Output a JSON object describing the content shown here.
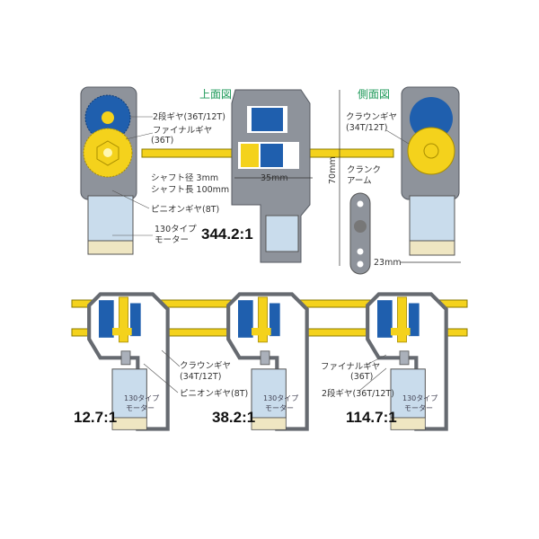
{
  "colors": {
    "housing": "#8e939b",
    "housing_dark": "#555a62",
    "blue_gear": "#1f5fae",
    "yellow_gear": "#f4d21c",
    "motor": "#c9dcec",
    "motor_cap": "#efe6c2",
    "title_green": "#1f9a5a"
  },
  "top": {
    "view_top_title": "上面図",
    "view_side_title": "側面図",
    "two_stage_gear": "2段ギヤ(36T/12T)",
    "final_gear": "ファイナルギヤ",
    "final_gear_teeth": "(36T)",
    "shaft_diameter": "シャフト径 3mm",
    "shaft_length": "シャフト長 100mm",
    "pinion_gear": "ピニオンギヤ(8T)",
    "motor_type": "130タイプ",
    "motor_label": "モーター",
    "ratio": "344.2:1",
    "width_dim": "35mm",
    "height_dim": "70mm",
    "depth_dim": "23mm",
    "crown_gear": "クラウンギヤ",
    "crown_gear_teeth": "(34T/12T)",
    "crank": "クランク",
    "arm": "アーム"
  },
  "bottom": {
    "configs": [
      {
        "ratio": "12.7:1",
        "motor_type": "130タイプ",
        "motor_label": "モーター"
      },
      {
        "ratio": "38.2:1",
        "motor_type": "130タイプ",
        "motor_label": "モーター"
      },
      {
        "ratio": "114.7:1",
        "motor_type": "130タイプ",
        "motor_label": "モーター"
      }
    ],
    "crown_gear": "クラウンギヤ",
    "crown_gear_teeth": "(34T/12T)",
    "pinion_gear": "ピニオンギヤ(8T)",
    "final_gear": "ファイナルギヤ",
    "final_gear_teeth": "(36T)",
    "two_stage_gear": "2段ギヤ(36T/12T)"
  }
}
